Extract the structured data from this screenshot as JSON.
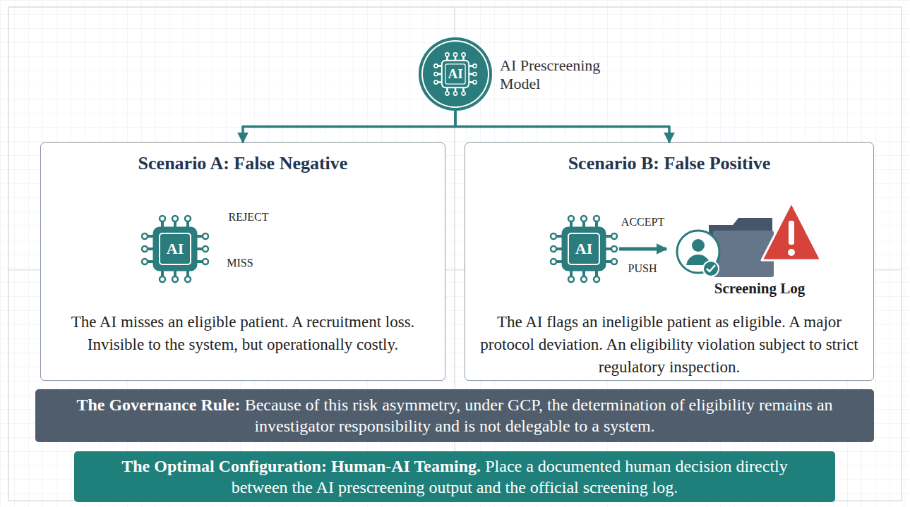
{
  "diagram": {
    "nodes": [
      {
        "text": [
          "AI",
          "AI Prescreening Model"
        ]
      },
      {
        "text": [
          "Scenario A: False Negative",
          "The AI misses an eligible patient. A recruitment loss. Invisible to the system, but operationally costly."
        ]
      },
      {
        "text": [
          "AI"
        ],
        "in": 1
      },
      {
        "text": [
          "Scenario B: False Positive",
          "The AI flags an ineligible patient as eligible. A major protocol deviation. An eligibility violation subject to strict regulatory inspection."
        ]
      },
      {
        "text": [
          "AI"
        ],
        "in": 3
      },
      {
        "text": [
          "Screening Log"
        ],
        "in": 3
      },
      {
        "text": [
          "The Governance Rule:",
          "Because of this risk asymmetry, under GCP, the determination of eligibility remains an investigator responsibility and is not delegable to a system."
        ]
      },
      {
        "text": [
          "The Optimal Configuration: Human-AI Teaming.",
          "Place a documented human decision directly between the AI prescreening output and the official screening log."
        ]
      }
    ],
    "edges": [
      {
        "from": 0,
        "to": 1,
        "arrow": "to"
      },
      {
        "from": 0,
        "to": 3,
        "arrow": "to"
      },
      {
        "from": 4,
        "to": 5,
        "label": "ACCEPT",
        "arrow": "to"
      }
    ],
    "labels": [
      "REJECT",
      "MISS",
      "PUSH"
    ]
  }
}
